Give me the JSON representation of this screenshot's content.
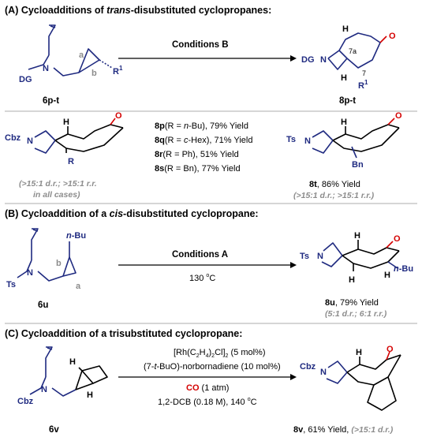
{
  "sectionA": {
    "header_prefix": "(A) Cycloadditions of ",
    "header_italic": "trans",
    "header_suffix": "-disubstituted cyclopropanes:",
    "conditions": "Conditions B",
    "sm_label": "6p-t",
    "prod_label": "8p-t",
    "atoms": {
      "dg": "DG",
      "n": "N",
      "a": "a",
      "b": "b",
      "r1": "R",
      "r1_sup": "1",
      "h": "H",
      "o": "O",
      "c7a": "7a",
      "c7": "7"
    },
    "results": [
      {
        "id": "8p",
        "r": "n",
        "r_rest": "-Bu",
        "yield": ", 79% Yield"
      },
      {
        "id": "8q",
        "r": "c",
        "r_rest": "-Hex",
        "yield": ", 71% Yield"
      },
      {
        "id": "8r",
        "r": "",
        "r_rest": "Ph",
        "yield": ", 51% Yield"
      },
      {
        "id": "8s",
        "r": "",
        "r_rest": "Bn",
        "yield": ", 77% Yield"
      }
    ],
    "result_prefix": "(R = ",
    "result_close": ")",
    "note_left_1": "(>15:1 d.r.; >15:1 r.r.",
    "note_left_2": "in all cases)",
    "struct_left": {
      "pg": "Cbz",
      "r": "R"
    },
    "struct_right": {
      "pg": "Ts",
      "bn": "Bn"
    },
    "yield_8t_id": "8t",
    "yield_8t": ", 86% Yield",
    "note_8t": "(>15:1 d.r.; >15:1 r.r.)"
  },
  "sectionB": {
    "header_prefix": "(B) Cycloaddition of a ",
    "header_italic": "cis",
    "header_suffix": "-disubstituted cyclopropane:",
    "conditions": "Conditions A",
    "temp": "130 ",
    "temp_sup": "o",
    "temp_unit": "C",
    "sm_label": "6u",
    "nbu": "n",
    "nbu_rest": "-Bu",
    "ts": "Ts",
    "yield_id": "8u",
    "yield": ", 79% Yield",
    "note": "(5:1 d.r.; 6:1 r.r.)"
  },
  "sectionC": {
    "header": "(C) Cycloaddition of a trisubstituted cyclopropane:",
    "cond1": "[Rh(C",
    "cond1_sub1": "2",
    "cond1_mid": "H",
    "cond1_sub2": "4",
    "cond1_mid2": ")",
    "cond1_sub3": "2",
    "cond1_end": "Cl]",
    "cond1_sub4": "2",
    "cond1_tail": " (5 mol%)",
    "cond2_a": "(7-",
    "cond2_t": "t",
    "cond2_b": "-BuO)-norbornadiene (10 mol%)",
    "co": "CO",
    "co_rest": " (1 atm)",
    "cond4": "1,2-DCB (0.18 M), 140 ",
    "cond4_sup": "o",
    "cond4_unit": "C",
    "sm_label": "6v",
    "pg": "Cbz",
    "yield_id": "8v",
    "yield": ", 61% Yield, ",
    "note": "(>15:1 d.r.)"
  },
  "colors": {
    "blue": "#1f2a80",
    "red": "#d40000",
    "gray": "#8c8c8c",
    "divider": "#bdbdbd"
  }
}
